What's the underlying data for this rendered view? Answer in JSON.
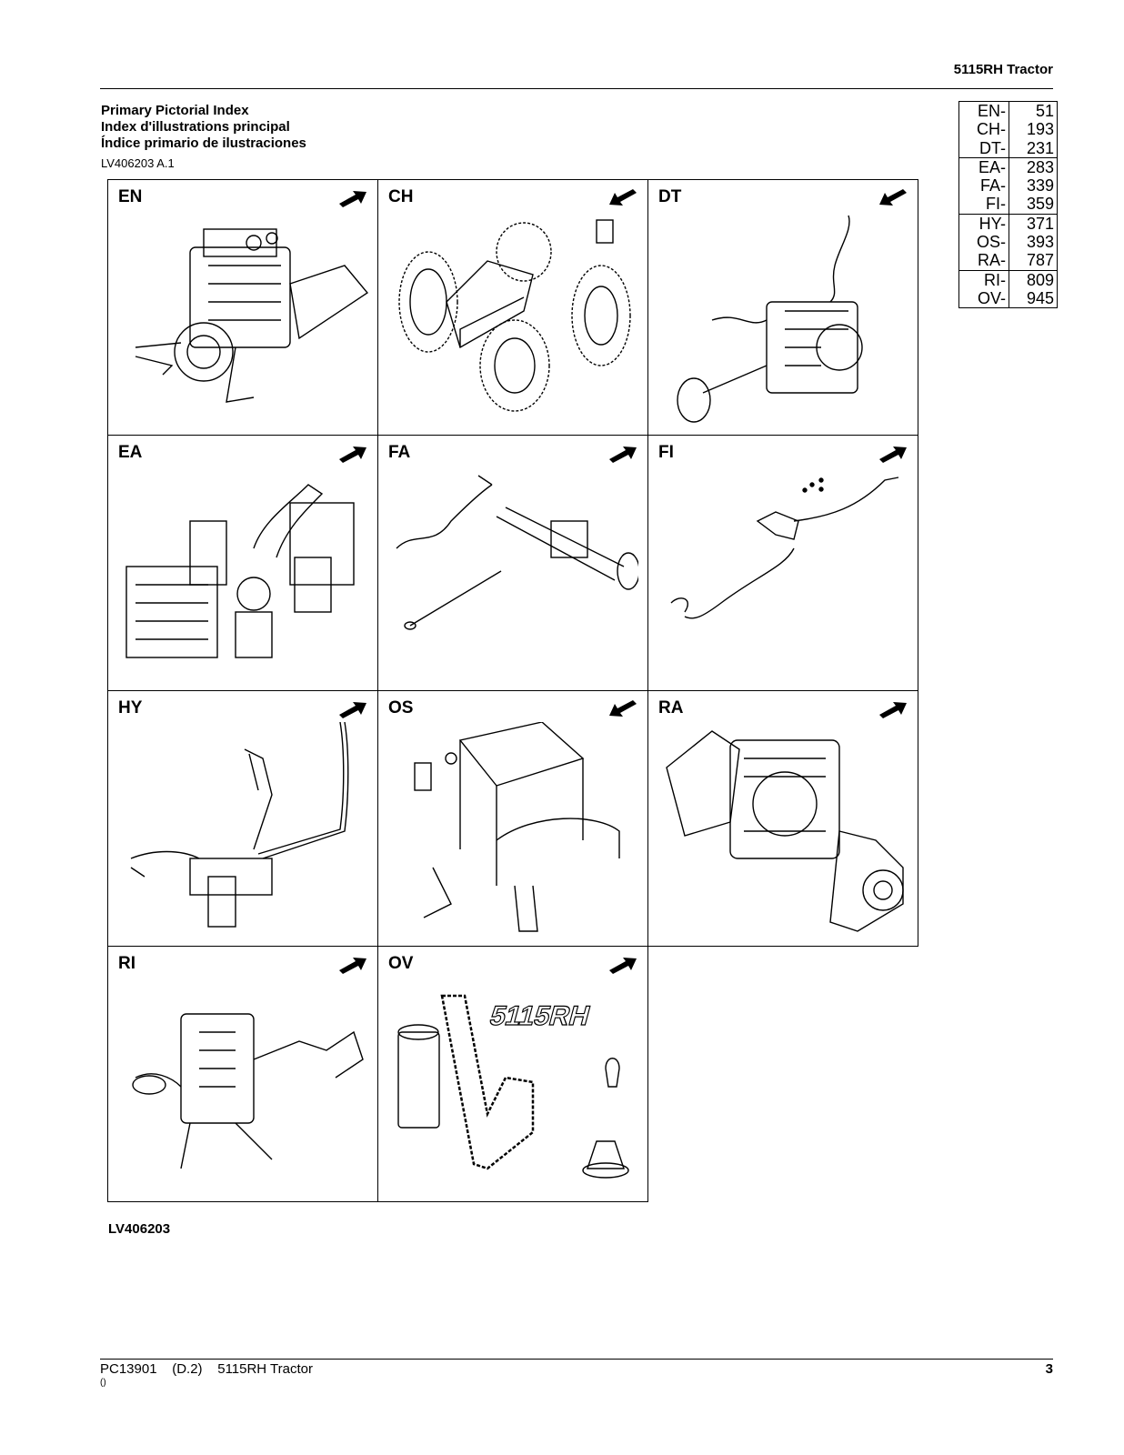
{
  "header": {
    "title": "5115RH  Tractor"
  },
  "titles": [
    "Primary Pictorial Index",
    "Index d'illustrations principal",
    "Índice primario de ilustraciones"
  ],
  "figure_code": "LV406203 A.1",
  "toc": {
    "groups": [
      [
        {
          "code": "EN-",
          "page": "51"
        },
        {
          "code": "CH-",
          "page": "193"
        },
        {
          "code": "DT-",
          "page": "231"
        }
      ],
      [
        {
          "code": "EA-",
          "page": "283"
        },
        {
          "code": "FA-",
          "page": "339"
        },
        {
          "code": "FI-",
          "page": "359"
        }
      ],
      [
        {
          "code": "HY-",
          "page": "371"
        },
        {
          "code": "OS-",
          "page": "393"
        },
        {
          "code": "RA-",
          "page": "787"
        }
      ],
      [
        {
          "code": "RI-",
          "page": "809"
        },
        {
          "code": "OV-",
          "page": "945"
        }
      ]
    ]
  },
  "cells": [
    {
      "label": "EN",
      "arrow": "right"
    },
    {
      "label": "CH",
      "arrow": "left"
    },
    {
      "label": "DT",
      "arrow": "left"
    },
    {
      "label": "EA",
      "arrow": "right"
    },
    {
      "label": "FA",
      "arrow": "right"
    },
    {
      "label": "FI",
      "arrow": "right"
    },
    {
      "label": "HY",
      "arrow": "right"
    },
    {
      "label": "OS",
      "arrow": "left"
    },
    {
      "label": "RA",
      "arrow": "right"
    },
    {
      "label": "RI",
      "arrow": "right"
    },
    {
      "label": "OV",
      "arrow": "right",
      "decal_text": "5115RH"
    }
  ],
  "figure_label": "LV406203",
  "footer": {
    "left": "PC13901    (D.2)    5115RH Tractor",
    "sub": "()",
    "page": "3"
  }
}
